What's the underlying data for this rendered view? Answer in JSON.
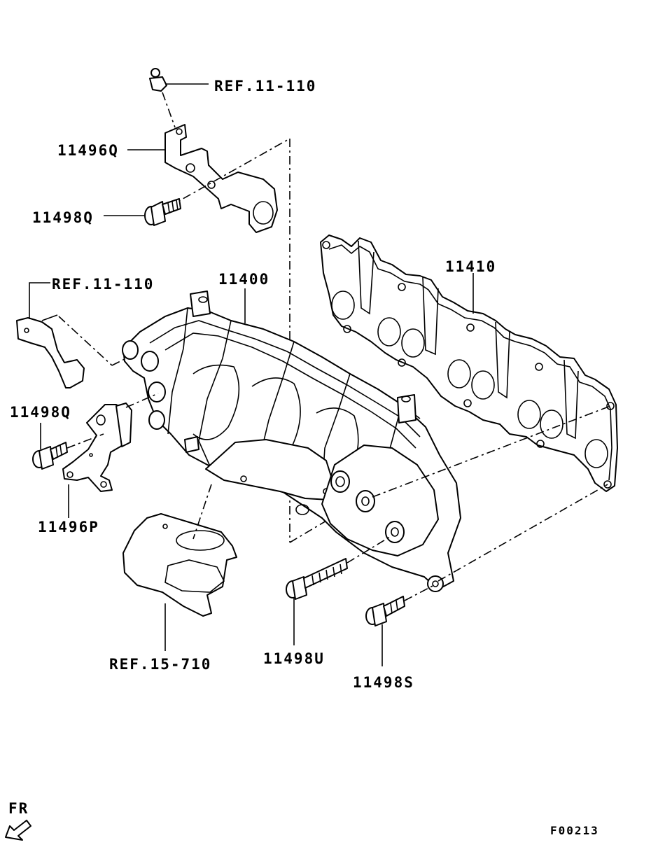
{
  "labels": {
    "ref_11_110_top": "REF.11-110",
    "bracket_q": "11496Q",
    "bolt_q_top": "11498Q",
    "ref_11_110_left": "REF.11-110",
    "manifold": "11400",
    "gasket": "11410",
    "bolt_q_left": "11498Q",
    "bracket_p": "11496P",
    "ref_15_710": "REF.15-710",
    "bolt_u": "11498U",
    "bolt_s": "11498S",
    "fr": "FR",
    "figure_code": "F00213"
  }
}
